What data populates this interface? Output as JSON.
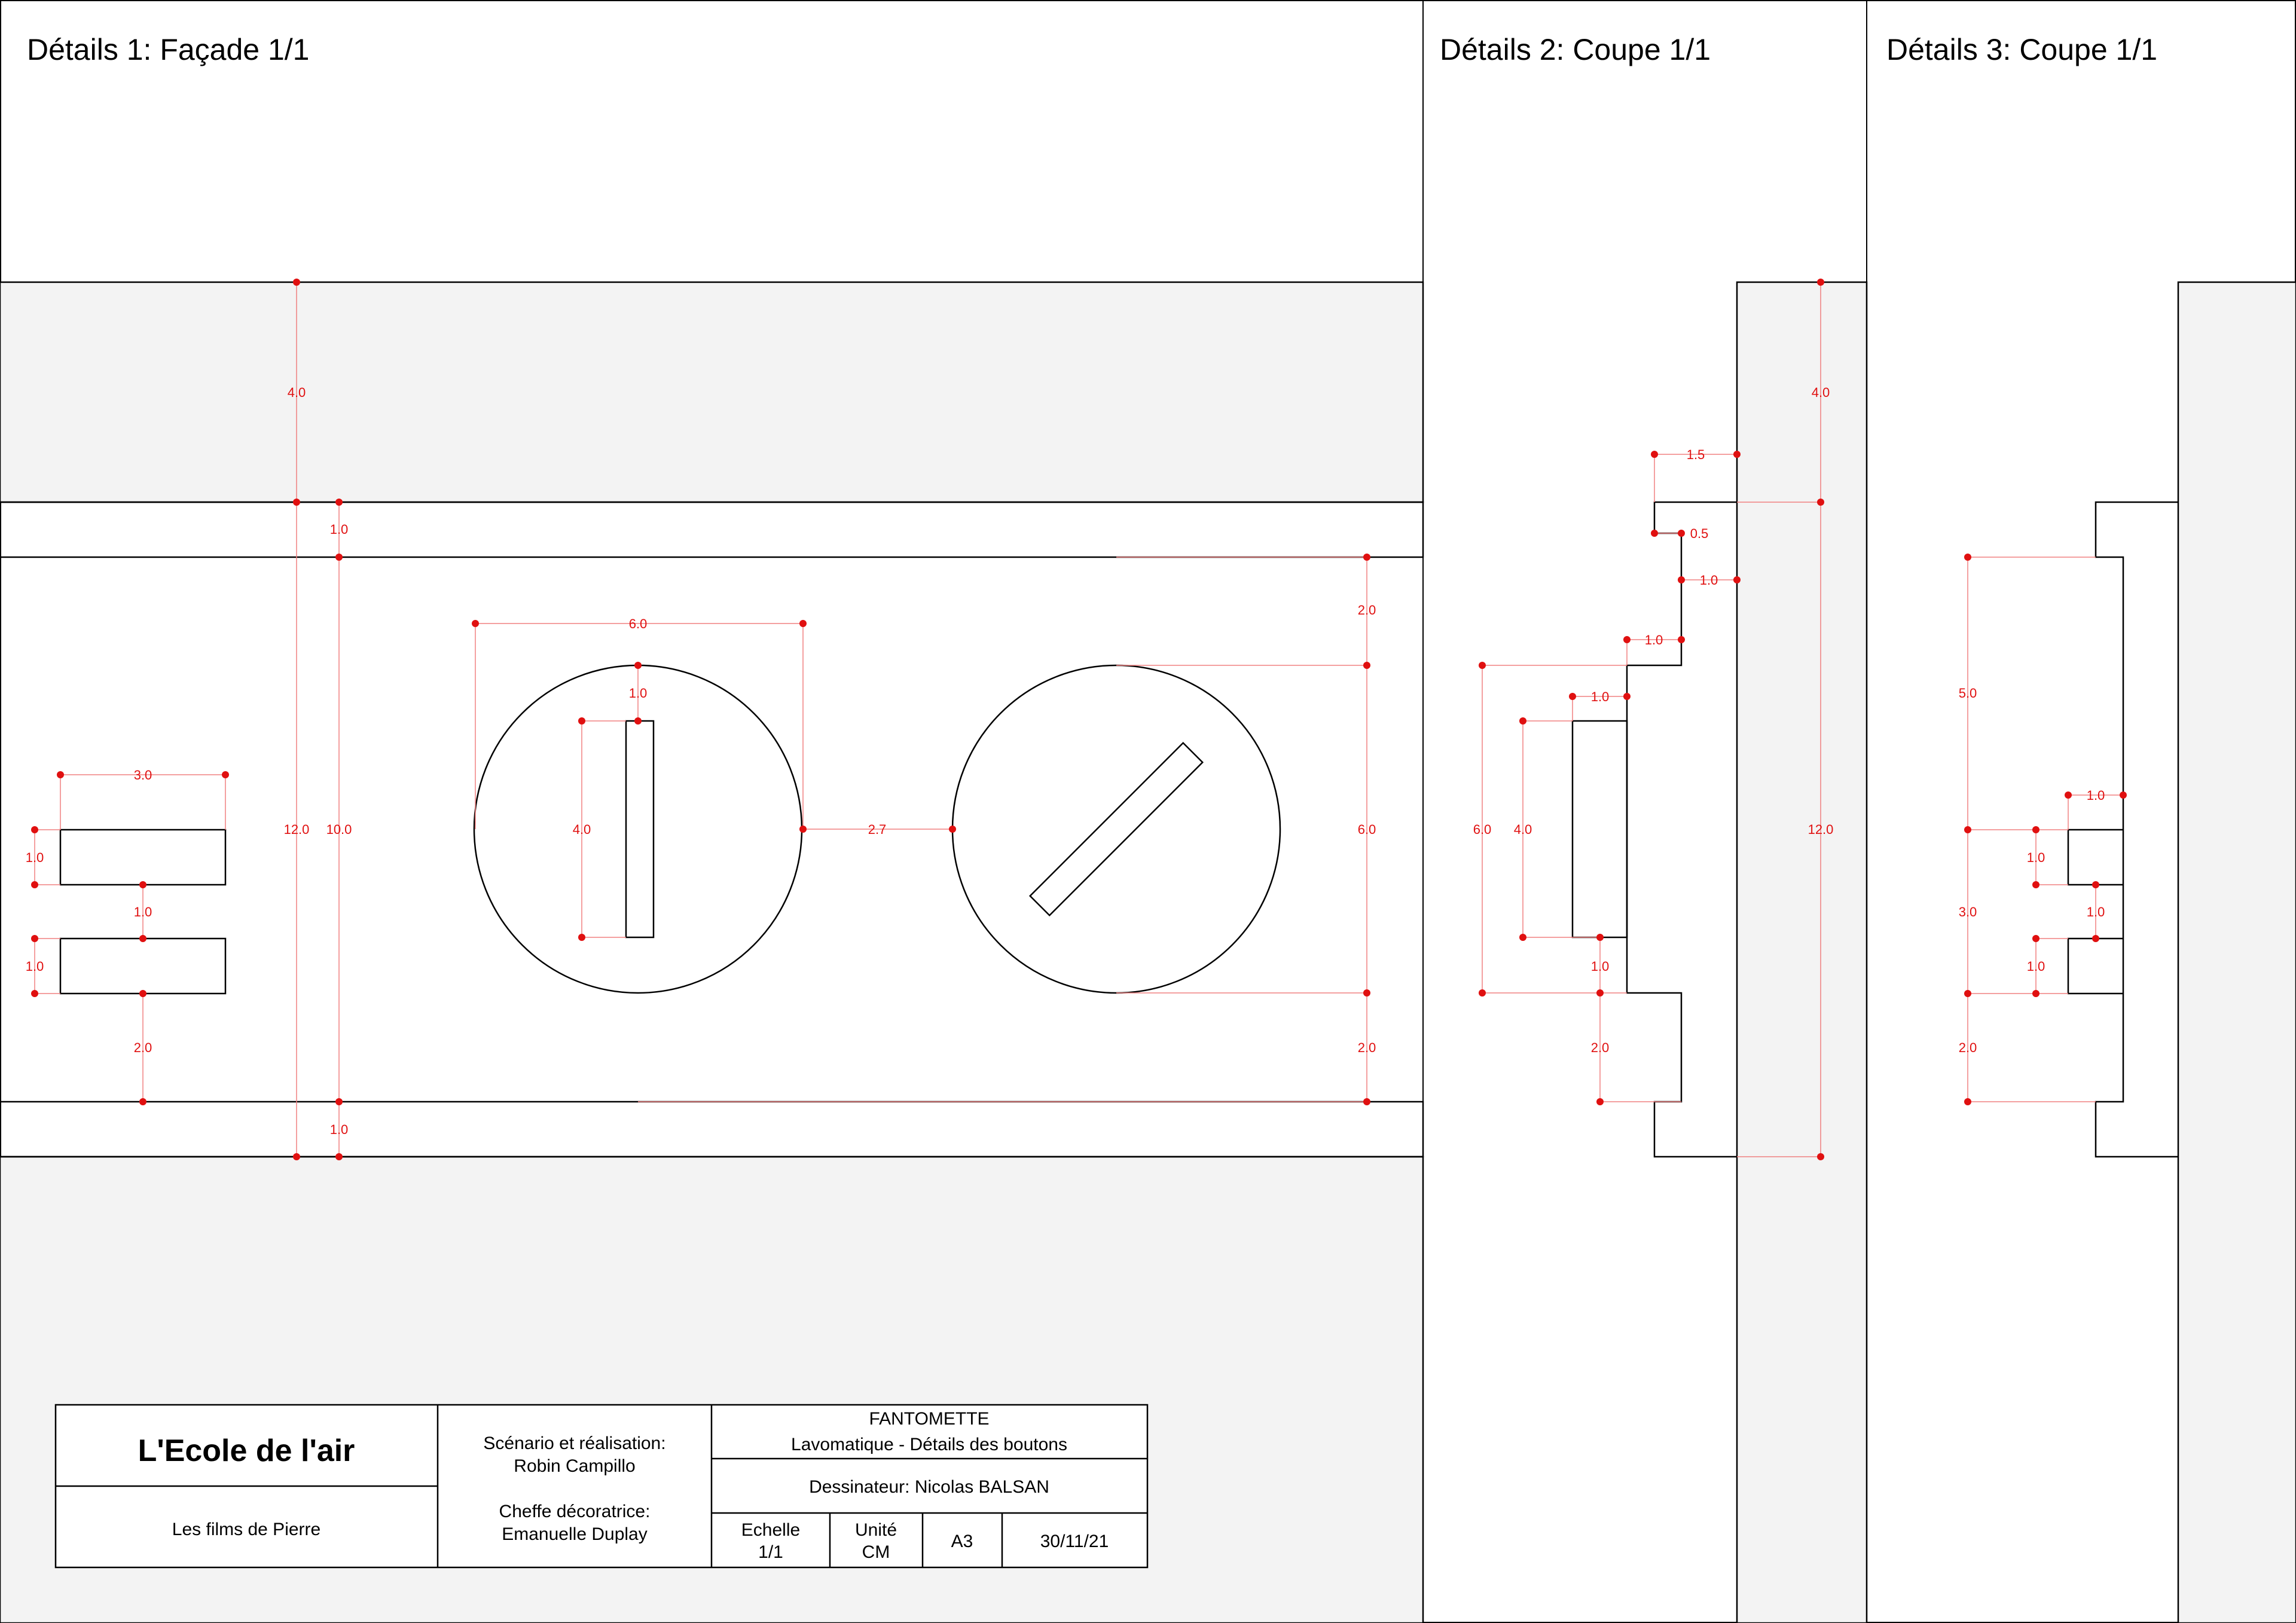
{
  "panels": {
    "detail1_title": "Détails 1: Façade 1/1",
    "detail2_title": "Détails 2: Coupe 1/1",
    "detail3_title": "Détails 3: Coupe 1/1"
  },
  "dimensions": {
    "d1": [
      "4.0",
      "1.0",
      "12.0",
      "10.0",
      "1.0",
      "6.0",
      "1.0",
      "4.0",
      "2.7",
      "2.0",
      "6.0",
      "2.0",
      "3.0",
      "1.0",
      "1.0",
      "1.0",
      "2.0"
    ],
    "d2": [
      "1.5",
      "0.5",
      "1.0",
      "1.0",
      "1.0",
      "6.0",
      "4.0",
      "1.0",
      "2.0",
      "4.0",
      "12.0"
    ],
    "d3": [
      "5.0",
      "1.0",
      "1.0",
      "3.0",
      "1.0",
      "1.0",
      "2.0"
    ]
  },
  "title_block": {
    "studio": "L'Ecole de l'air",
    "producer": "Les films de Pierre",
    "credits_line1": "Scénario et réalisation:",
    "credits_line2": "Robin Campillo",
    "credits_line3": "Cheffe décoratrice:",
    "credits_line4": "Emanuelle Duplay",
    "project": "FANTOMETTE",
    "sheet": "Lavomatique - Détails des boutons",
    "drafter": "Dessinateur: Nicolas BALSAN",
    "scale_label": "Echelle",
    "scale_value": "1/1",
    "unit_label": "Unité",
    "unit_value": "CM",
    "format": "A3",
    "date": "30/11/21"
  }
}
